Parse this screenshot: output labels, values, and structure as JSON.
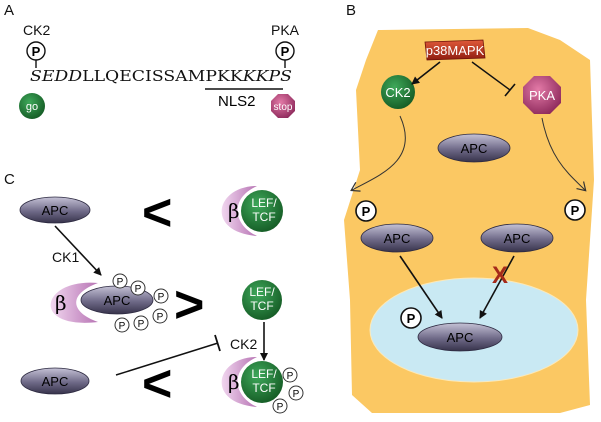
{
  "panels": {
    "a": "A",
    "b": "B",
    "c": "C"
  },
  "panel_a": {
    "kinase_left": "CK2",
    "kinase_right": "PKA",
    "phospho": "P",
    "seq_italic_start": "SEDD",
    "seq_plain": "LLQECISSAMPKK",
    "seq_italic_end": "KKPS",
    "nls_label": "NLS2",
    "go_label": "go",
    "stop_label": "stop"
  },
  "panel_b": {
    "p38": "p38MAPK",
    "ck2": "CK2",
    "pka": "PKA",
    "apc_top": "APC",
    "apc_left": "APC",
    "apc_right": "APC",
    "apc_nucleus": "APC",
    "phospho": "P",
    "block_mark": "X"
  },
  "panel_c": {
    "apc_1": "APC",
    "apc_2": "APC",
    "apc_3": "APC",
    "beta": "β",
    "lef_line1": "LEF/",
    "lef_line2": "TCF",
    "ck1": "CK1",
    "ck2": "CK2",
    "less_than": "<",
    "greater_than": ">",
    "phospho": "P"
  },
  "colors": {
    "cell": "#fbc863",
    "nucleus": "#c9e9f3",
    "green": "#1e7b33",
    "pink": "#c44f86",
    "p38": "#bb2a18",
    "beta_pink": "#d9a3d6",
    "apc_grey": "#55506e"
  }
}
